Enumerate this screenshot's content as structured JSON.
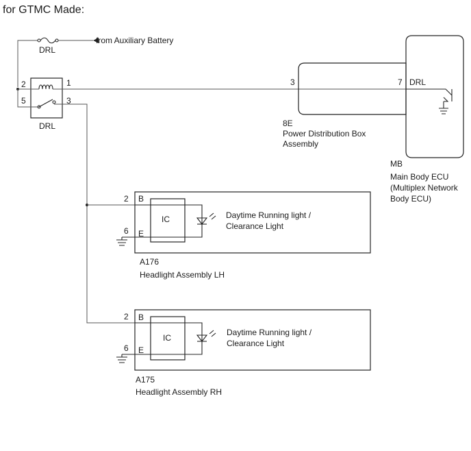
{
  "title": "for GTMC Made:",
  "fuse": {
    "label": "DRL",
    "source_label": "from Auxiliary Battery"
  },
  "relay": {
    "label": "DRL",
    "pins": {
      "p2": "2",
      "p5": "5",
      "p1": "1",
      "p3": "3"
    }
  },
  "pdb": {
    "code": "8E",
    "name_line1": "Power Distribution Box",
    "name_line2": "Assembly",
    "pin": "3"
  },
  "ecu": {
    "code": "MB",
    "name_line1": "Main Body ECU",
    "name_line2": "(Multiplex Network",
    "name_line3": "Body ECU)",
    "pin": "7",
    "pin_label": "DRL"
  },
  "headlights": [
    {
      "code": "A176",
      "name": "Headlight Assembly LH",
      "pin_b_num": "2",
      "pin_b": "B",
      "pin_e_num": "6",
      "pin_e": "E",
      "ic_label": "IC",
      "desc_line1": "Daytime Running light /",
      "desc_line2": "Clearance Light"
    },
    {
      "code": "A175",
      "name": "Headlight Assembly RH",
      "pin_b_num": "2",
      "pin_b": "B",
      "pin_e_num": "6",
      "pin_e": "E",
      "ic_label": "IC",
      "desc_line1": "Daytime Running light /",
      "desc_line2": "Clearance Light"
    }
  ]
}
